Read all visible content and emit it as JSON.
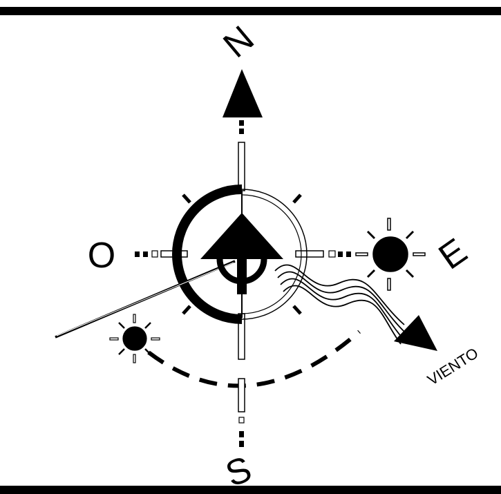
{
  "diagram": {
    "cardinals": {
      "north": "N",
      "south": "S",
      "east": "E",
      "west": "O"
    },
    "wind_label": "VIENTO",
    "icons": [
      "sun-icon-east",
      "sun-icon-west",
      "moon-icon",
      "wind-arrow-icon",
      "north-arrow-icon"
    ],
    "colors": {
      "ink": "#000000",
      "paper": "#ffffff"
    }
  }
}
